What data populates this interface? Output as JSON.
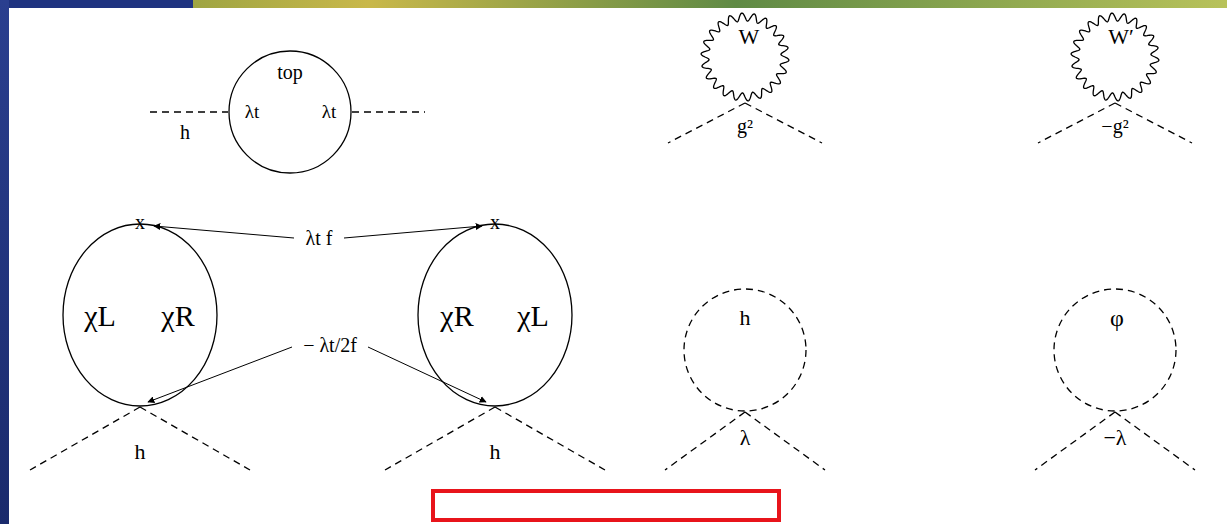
{
  "diagram": {
    "nodes": [
      {
        "text": [
          "top"
        ]
      },
      {
        "text": [
          "W"
        ]
      },
      {
        "text": [
          "W′"
        ]
      },
      {
        "text": [
          "χL",
          "χR"
        ]
      },
      {
        "text": [
          "χR",
          "χL"
        ]
      },
      {
        "text": [
          "h"
        ]
      },
      {
        "text": [
          "φ"
        ]
      }
    ],
    "labels": [
      "λt",
      "λt",
      "h",
      "g²",
      "−g²",
      "x",
      "x",
      "λt f",
      "− λt/2f",
      "h",
      "h",
      "λ",
      "−λ"
    ]
  }
}
